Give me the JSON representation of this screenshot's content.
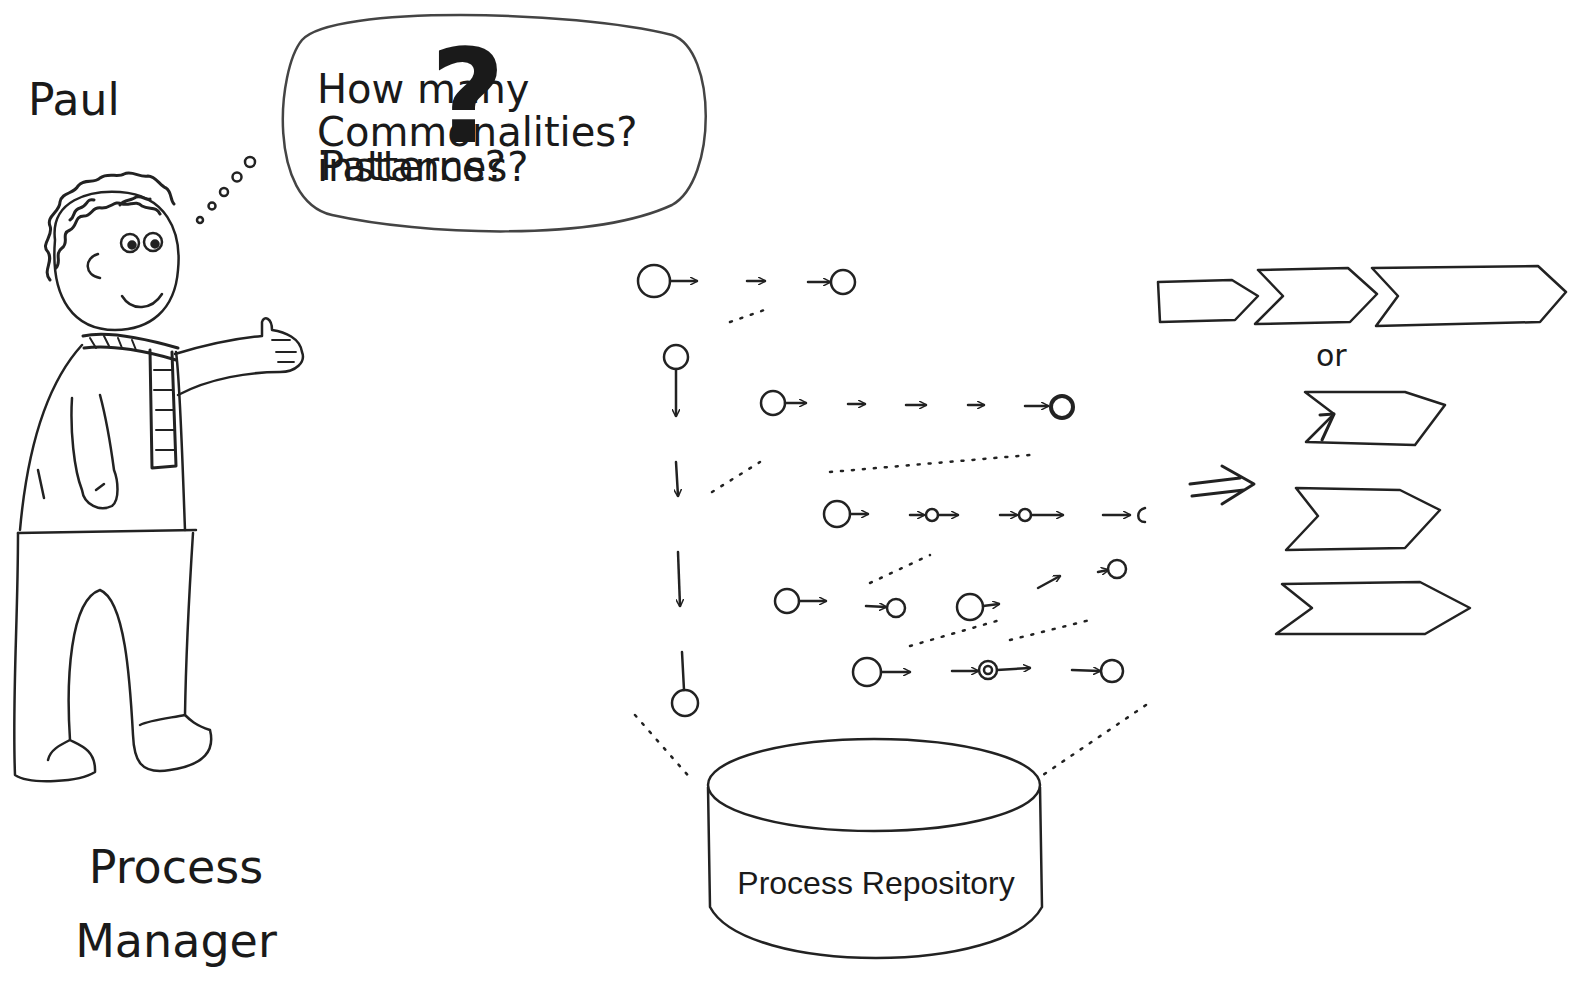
{
  "diagram": {
    "nodes": [
      {
        "text": [
          "How many instances?",
          "Commonalities?",
          "Patterns?",
          "?"
        ]
      },
      {
        "text": [
          "Process Repository"
        ]
      }
    ],
    "labels": [
      "Paul",
      "Process Manager",
      "or"
    ]
  }
}
